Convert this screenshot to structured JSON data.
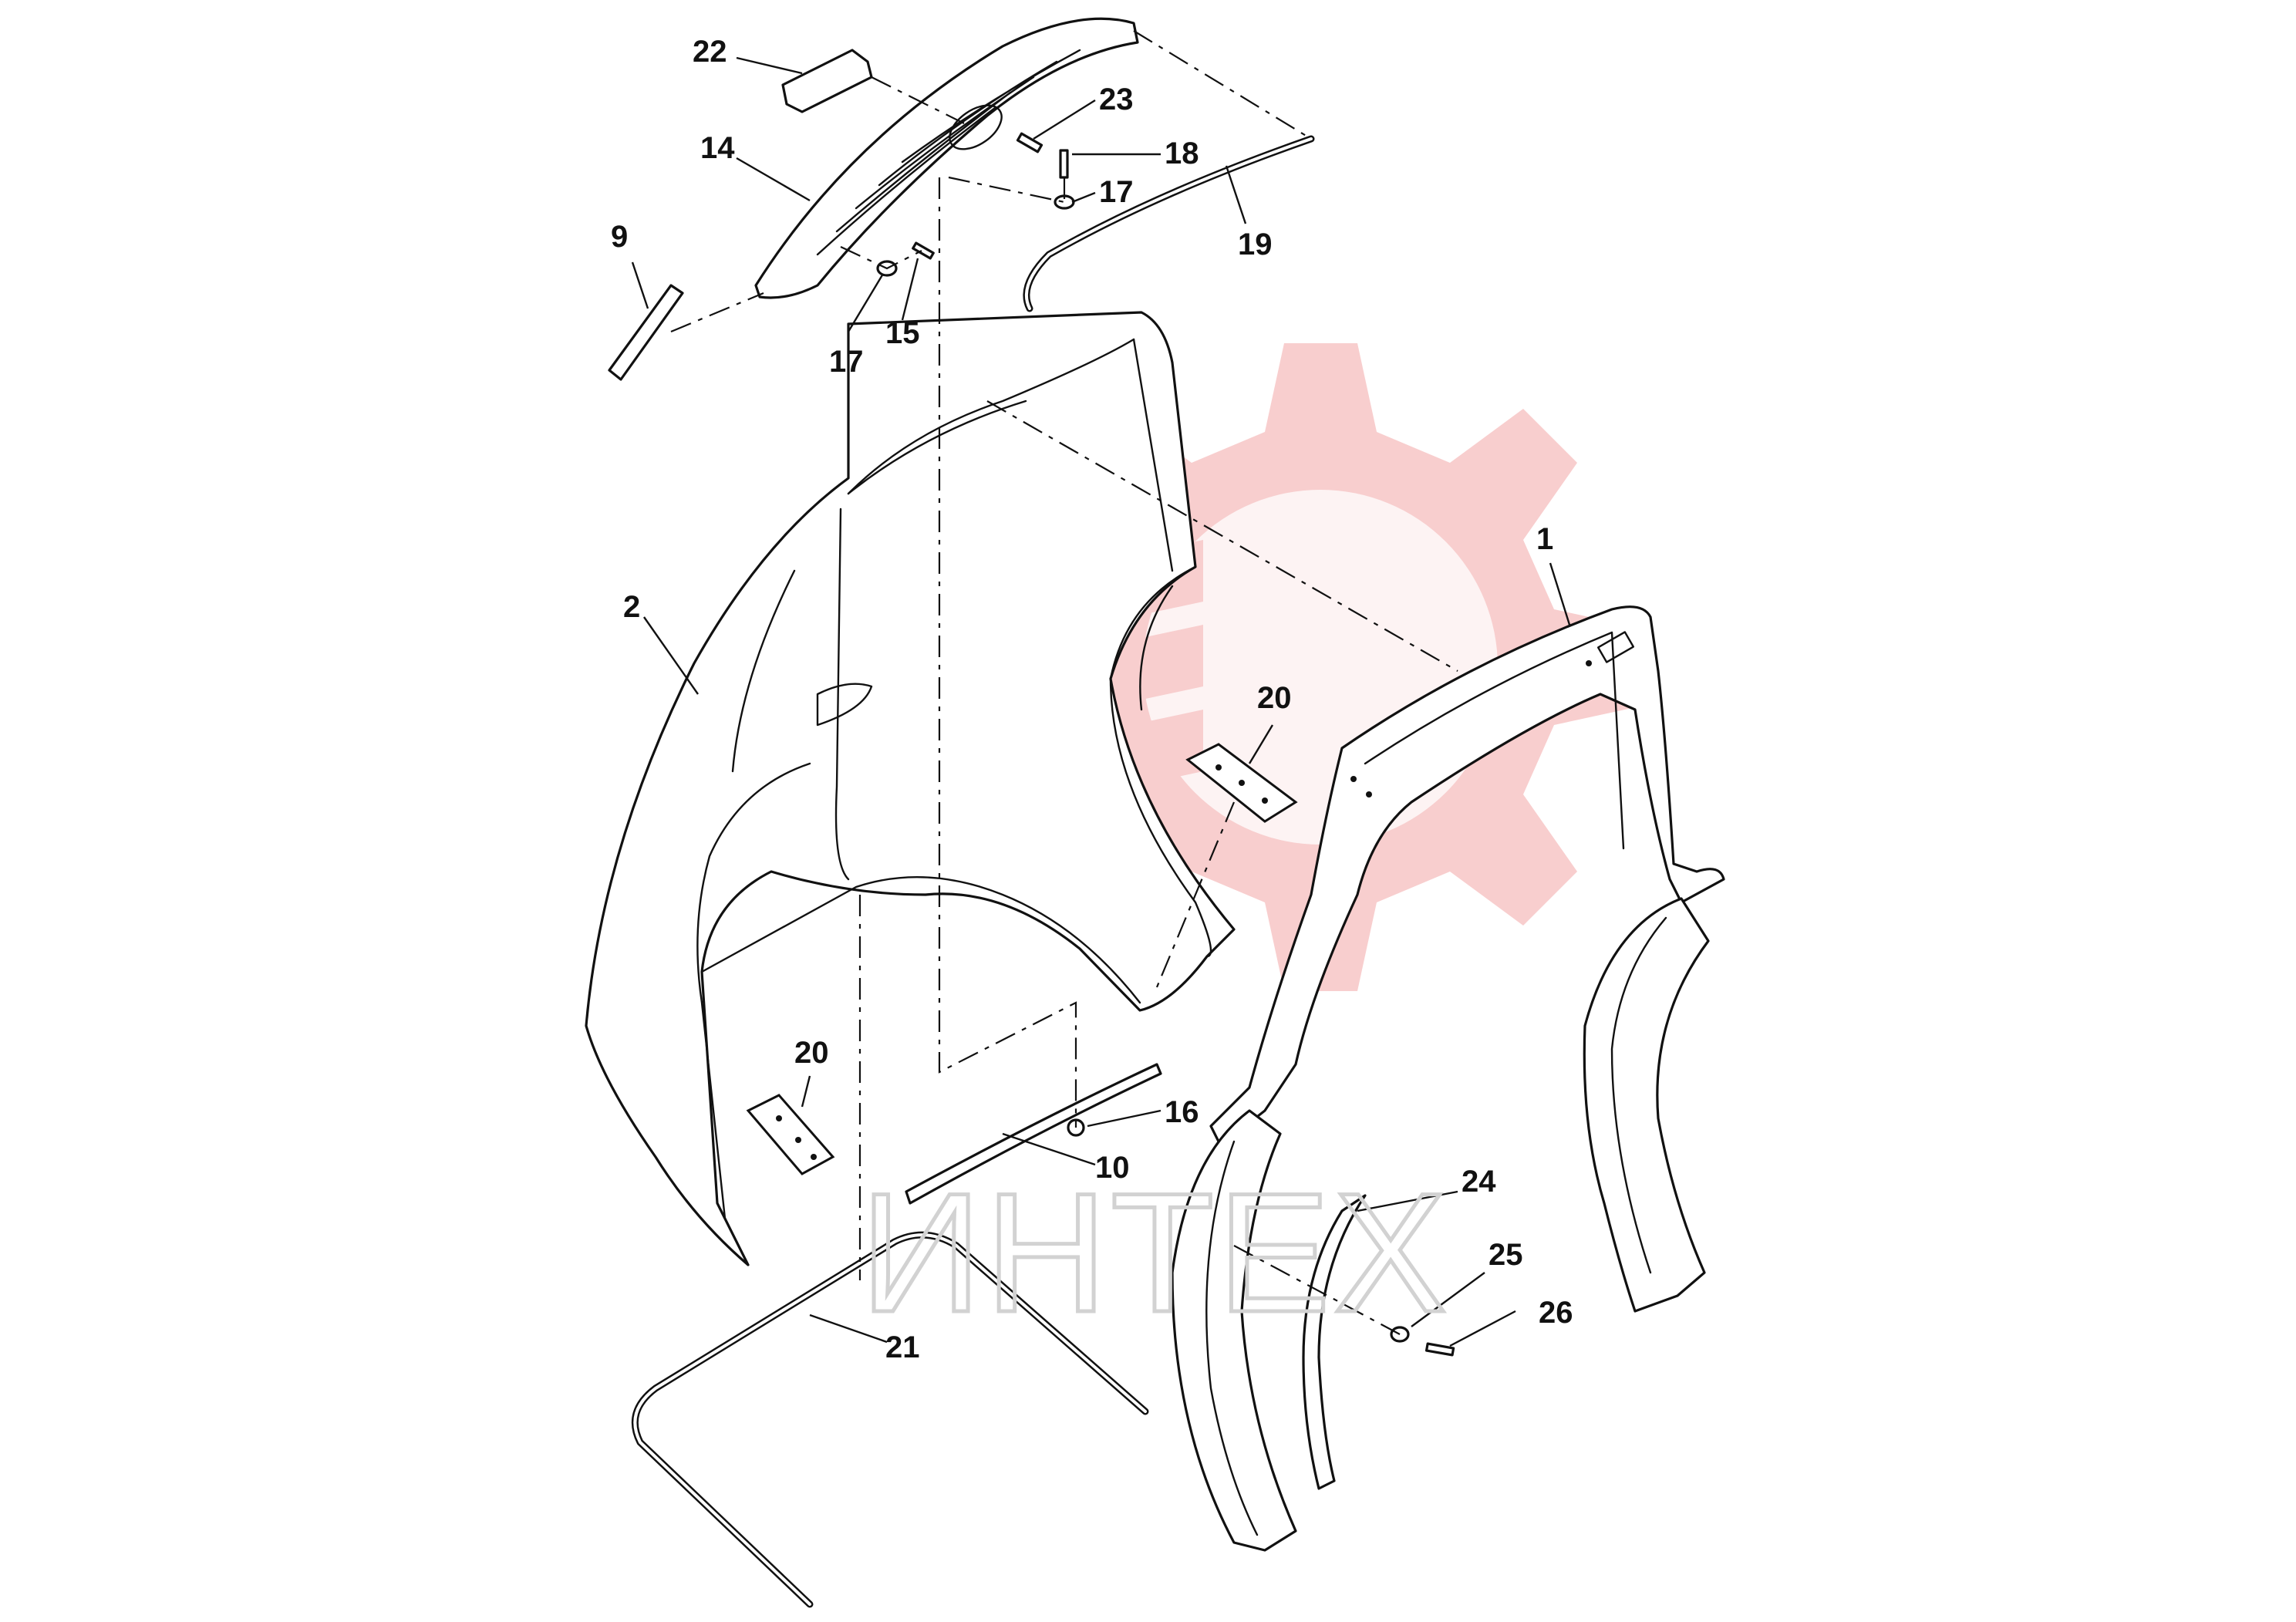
{
  "diagram": {
    "callouts": [
      {
        "id": "c1",
        "label": "1"
      },
      {
        "id": "c2",
        "label": "2"
      },
      {
        "id": "c9",
        "label": "9"
      },
      {
        "id": "c10",
        "label": "10"
      },
      {
        "id": "c14",
        "label": "14"
      },
      {
        "id": "c15",
        "label": "15"
      },
      {
        "id": "c16",
        "label": "16"
      },
      {
        "id": "c17a",
        "label": "17"
      },
      {
        "id": "c17b",
        "label": "17"
      },
      {
        "id": "c18",
        "label": "18"
      },
      {
        "id": "c19",
        "label": "19"
      },
      {
        "id": "c20a",
        "label": "20"
      },
      {
        "id": "c20b",
        "label": "20"
      },
      {
        "id": "c21",
        "label": "21"
      },
      {
        "id": "c22",
        "label": "22"
      },
      {
        "id": "c23",
        "label": "23"
      },
      {
        "id": "c24",
        "label": "24"
      },
      {
        "id": "c25",
        "label": "25"
      },
      {
        "id": "c26",
        "label": "26"
      }
    ]
  },
  "watermark": {
    "text": "ИНТЕХ",
    "color": "#d2d2d2",
    "gear_color": "#f7c6c6"
  }
}
